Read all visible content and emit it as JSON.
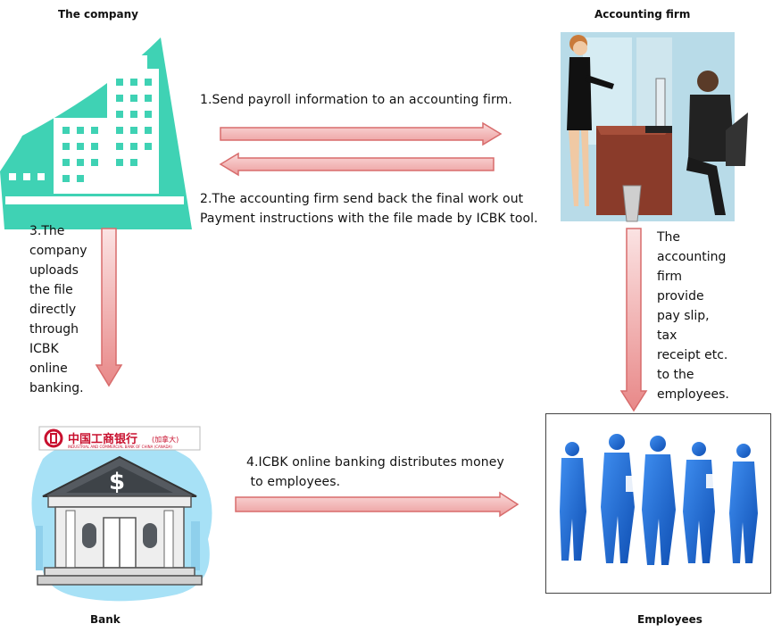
{
  "nodes": {
    "company": "The company",
    "accounting": "Accounting firm",
    "bank": "Bank",
    "employees": "Employees"
  },
  "bank_sign": {
    "chinese": "中国工商银行",
    "region": "(加拿大)",
    "english": "INDUSTRIAL AND COMMERCIAL BANK OF CHINA (CANADA)"
  },
  "steps": {
    "s1": "1.Send payroll information to an accounting firm.",
    "s2_line1": "2.The accounting firm send back the final work out",
    "s2_line2": "Payment instructions with the file made by ICBK tool.",
    "s3": [
      "3.The",
      "company",
      "uploads",
      "the file",
      "directly",
      "through",
      "ICBK",
      "online",
      "banking."
    ],
    "s4_line1": "4.ICBK online banking distributes money",
    "s4_line2": " to employees.",
    "s5": [
      "The",
      "accounting",
      "firm",
      "provide",
      "pay slip,",
      "tax",
      "receipt etc.",
      "to the",
      "employees."
    ]
  },
  "colors": {
    "company_teal": "#3fd2b4",
    "arrow_fill_top": "#f6c2c2",
    "arrow_fill_bottom": "#e88e8e",
    "arrow_stroke": "#d86c6c",
    "bank_cloud": "#a7e1f6",
    "bank_roof": "#555a60",
    "employee_blue": "#1e66d0",
    "office_bg": "#b8dbe8"
  },
  "icons": [
    "building-icon",
    "office-scene-icon",
    "bank-icon",
    "employees-icon",
    "dollar-icon",
    "icbc-logo-icon"
  ]
}
